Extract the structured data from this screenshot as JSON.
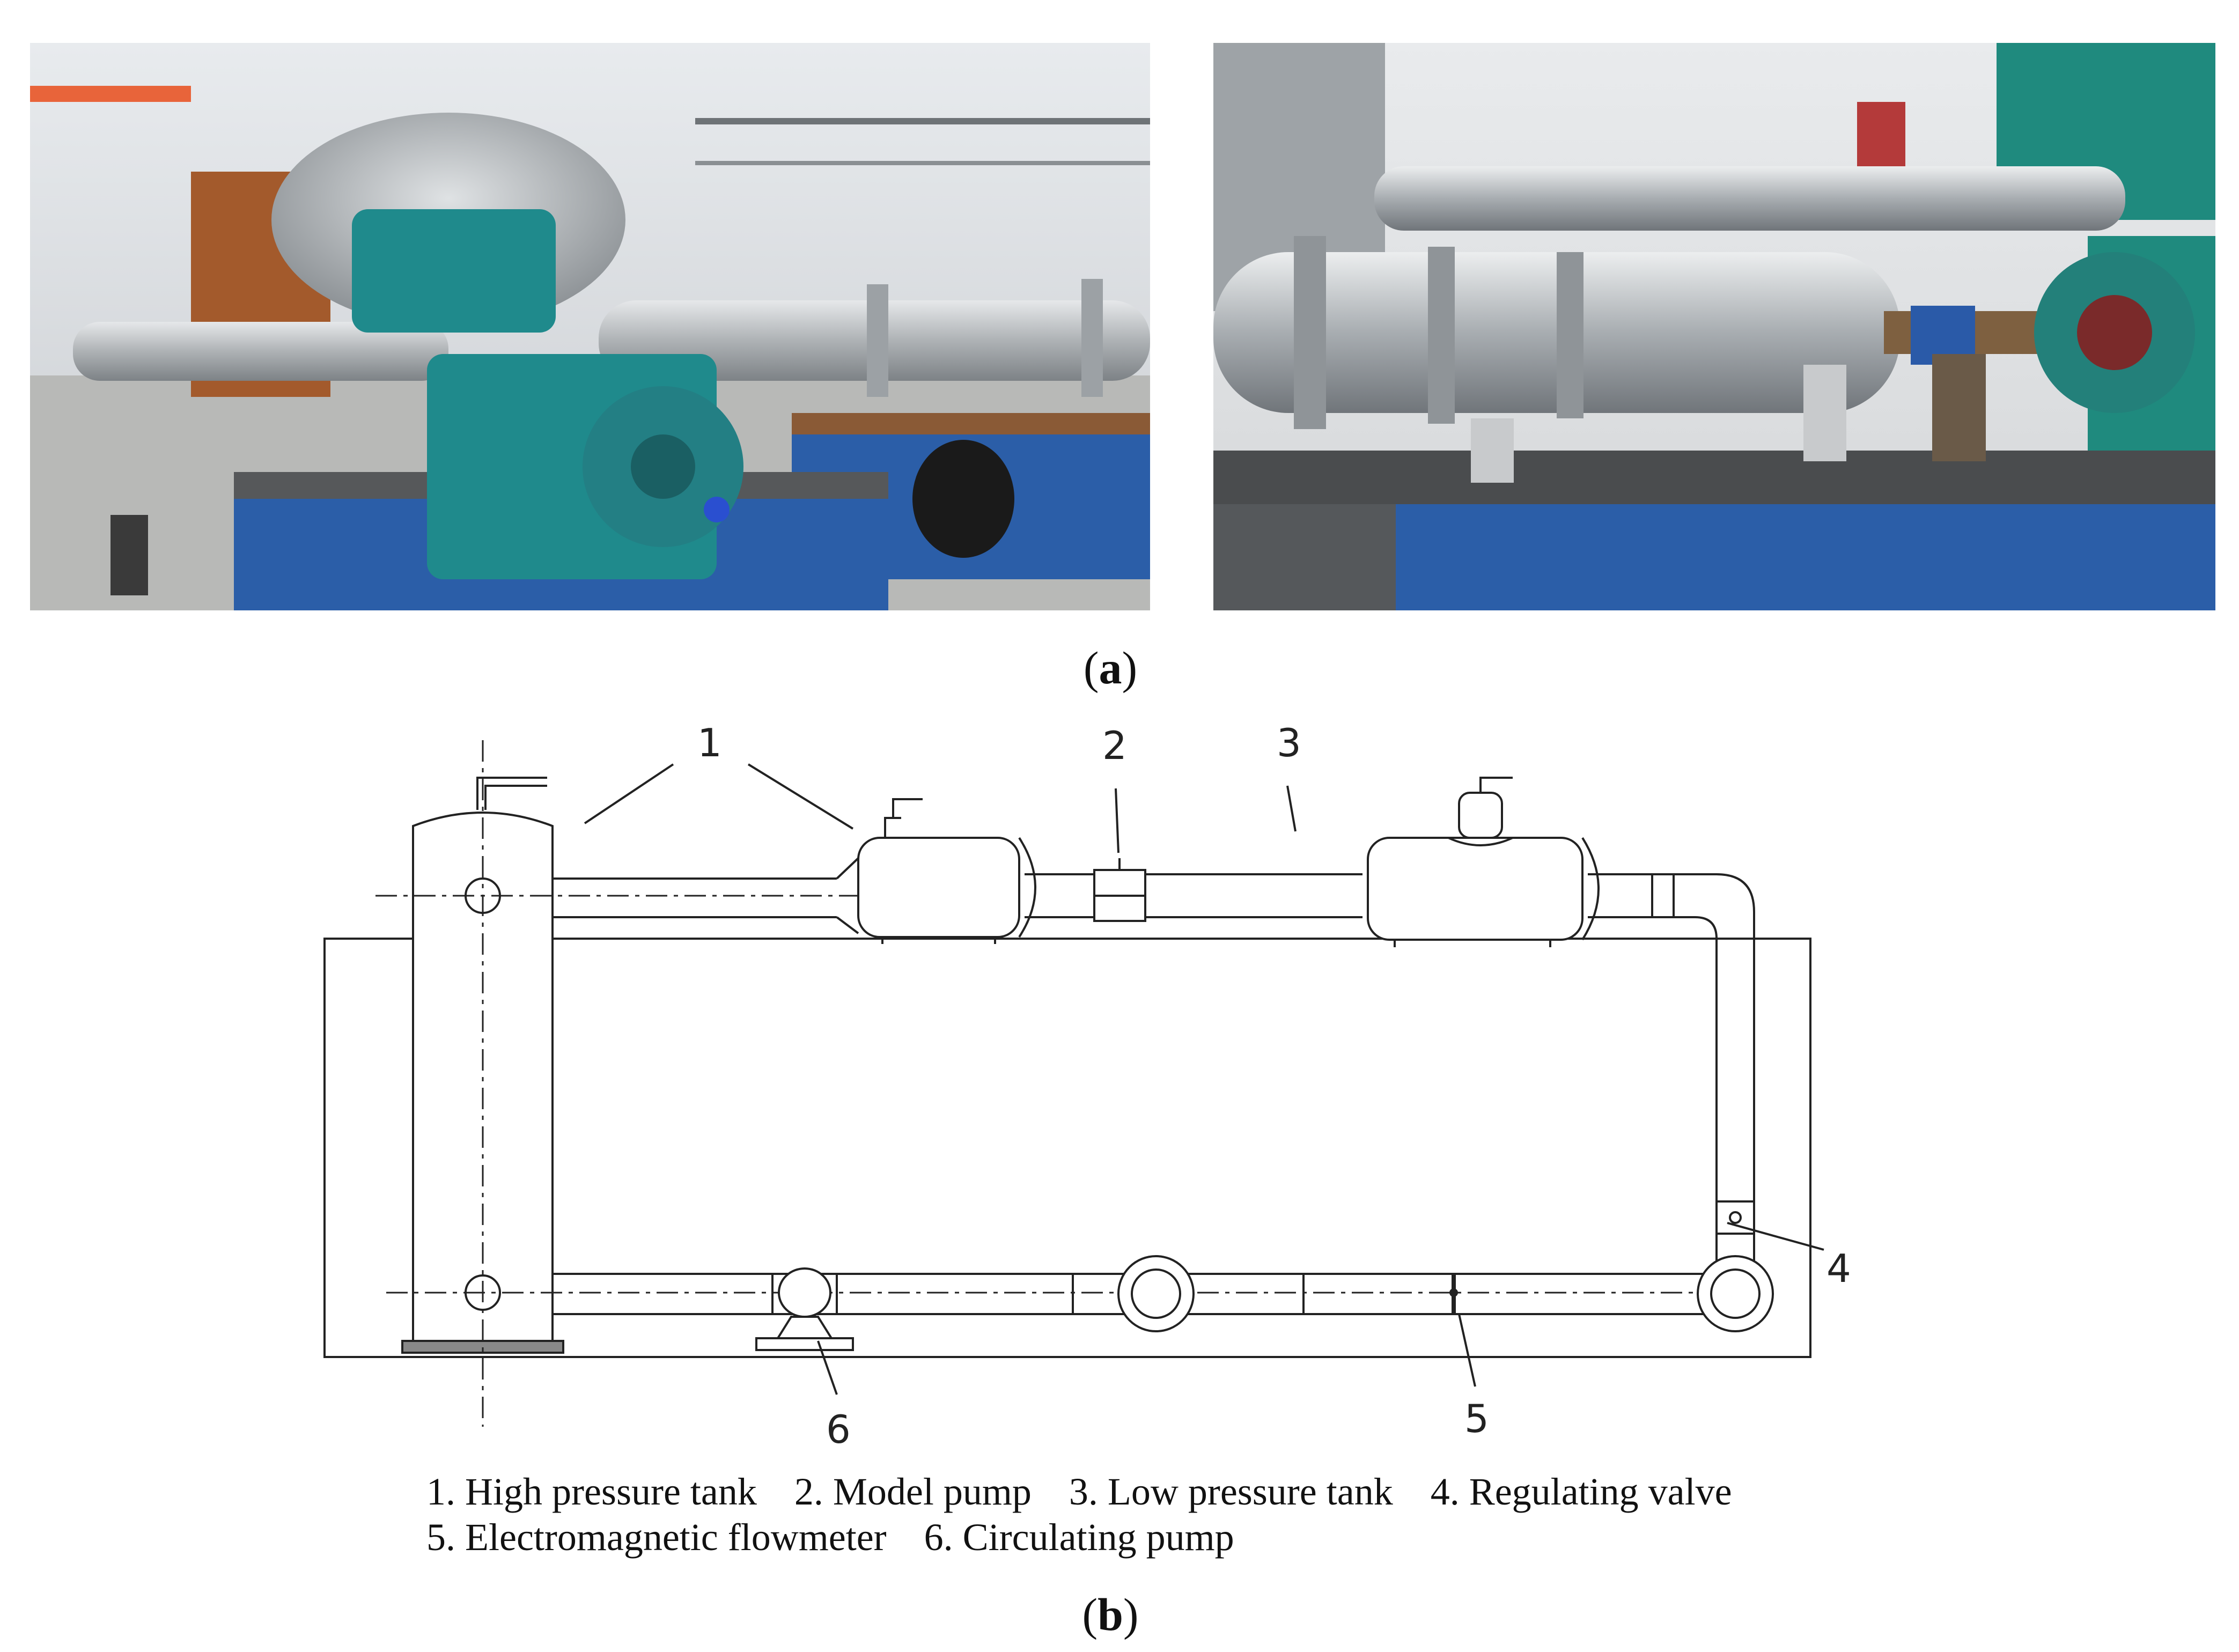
{
  "figure": {
    "panel_a": {
      "label_letter": "a",
      "photos": [
        "test-rig-photo-left",
        "test-rig-photo-right"
      ]
    },
    "panel_b": {
      "label_letter": "b",
      "callouts": [
        "1",
        "2",
        "3",
        "4",
        "5",
        "6"
      ],
      "legend": {
        "line1": [
          "1. High pressure tank",
          "2. Model pump",
          "3. Low pressure tank",
          "4. Regulating valve"
        ],
        "line2": [
          "5. Electromagnetic flowmeter",
          "6. Circulating pump"
        ]
      }
    }
  },
  "colors": {
    "motor_teal": "#1f8a8c",
    "frame_blue": "#2a5aa8",
    "steel_gray": "#b9bcbe",
    "line_black": "#222222"
  }
}
